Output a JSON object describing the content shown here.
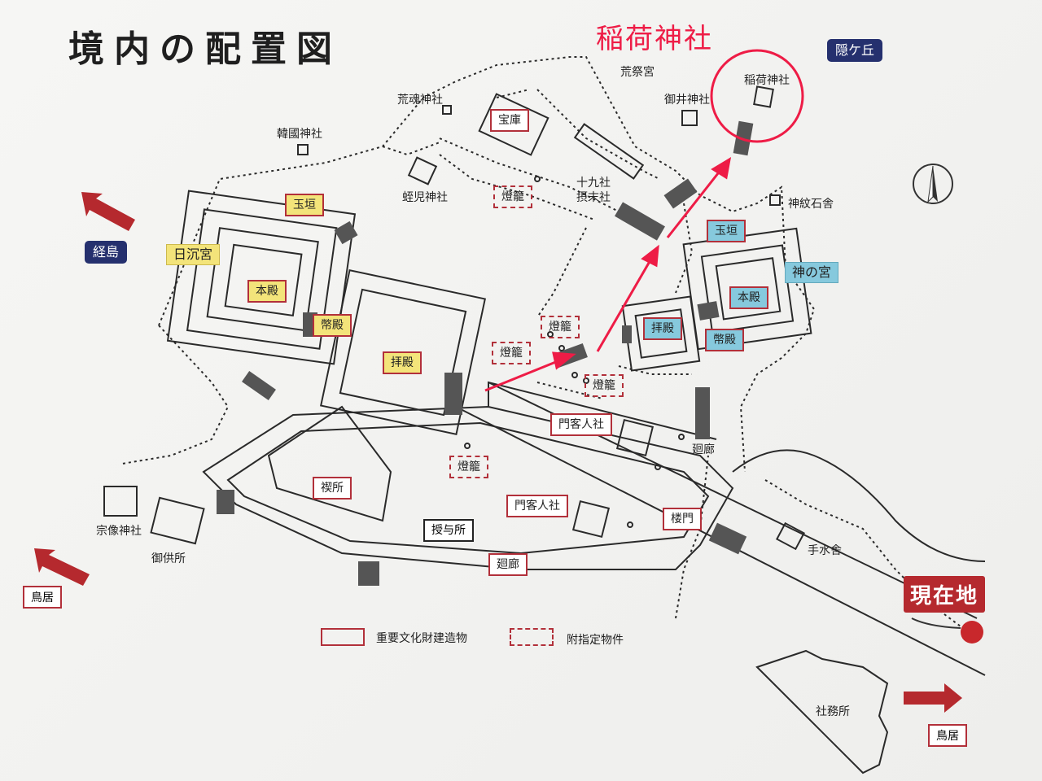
{
  "title": "境内の配置図",
  "highlight_title": "稲荷神社",
  "nav": {
    "kyojima": "経島",
    "kakuregaoka": "隠ケ丘"
  },
  "current_location": "現在地",
  "torii_left": "鳥居",
  "torii_right": "鳥居",
  "colors": {
    "accent_red": "#ee1c46",
    "brand_red": "#b5292e",
    "navy": "#25306e",
    "yellow": "#f3e47a",
    "blue": "#86c9dd"
  },
  "buildings": {
    "tamagaki_left": "玉垣",
    "hizumi": "日沉宮",
    "honden_left": "本殿",
    "heiden_left": "幣殿",
    "haiden_main": "拝殿",
    "misogisho": "禊所",
    "juyosho": "授与所",
    "kairo_bottom": "廻廊",
    "kairo_right": "廻廊",
    "monkyakujinsha_1": "門客人社",
    "monkyakujinsha_2": "門客人社",
    "romon": "楼門",
    "tamagaki_right": "玉垣",
    "kaminomiya": "神の宮",
    "honden_right": "本殿",
    "haiden_right": "拝殿",
    "heiden_right": "幣殿",
    "houko": "宝庫"
  },
  "lanterns": {
    "l1": "燈籠",
    "l2": "燈籠",
    "l3": "燈籠",
    "l4": "燈籠",
    "l5": "燈籠"
  },
  "labels": {
    "aramitama": "荒魂神社",
    "karakuni": "韓國神社",
    "hiruko": "蛭児神社",
    "jukyusha": "十九社",
    "setsumatsusha": "摂末社",
    "aramatsuri": "荒祭宮",
    "mii": "御井神社",
    "inari_small": "稲荷神社",
    "shinmon_ishi": "神紋石舎",
    "chozuya": "手水舎",
    "munakata": "宗像神社",
    "gokusho": "御供所",
    "shamusho": "社務所"
  },
  "legend": {
    "important": "重要文化財建造物",
    "attached": "附指定物件"
  },
  "icons": {
    "compass": "compass-icon",
    "arrow": "arrow-icon"
  }
}
